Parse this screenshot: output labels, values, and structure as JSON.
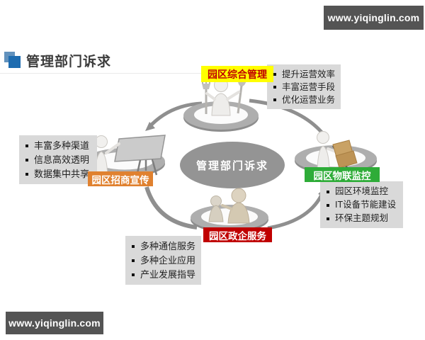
{
  "watermark": {
    "top": "www.yiqinglin.com",
    "bottom": "www.yiqinglin.com"
  },
  "header": {
    "title": "管理部门诉求",
    "accent_front": "#1e6cb0",
    "accent_back": "#6292bd"
  },
  "center": {
    "label": "管理部门诉求",
    "color": "#949494"
  },
  "nodes": {
    "top": {
      "label": "园区综合管理",
      "bg": "#ffff00",
      "fg": "#c00000",
      "items": [
        "提升运营效率",
        "丰富运营手段",
        "优化运营业务"
      ]
    },
    "left": {
      "label": "园区招商宣传",
      "bg": "#e0812f",
      "fg": "#ffffff",
      "items": [
        "丰富多种渠道",
        "信息高效透明",
        "数据集中共享"
      ]
    },
    "right": {
      "label": "园区物联监控",
      "bg": "#2eac38",
      "fg": "#ffffff",
      "items": [
        "园区环境监控",
        "IT设备节能建设",
        "环保主题规划"
      ]
    },
    "bottom": {
      "label": "园区政企服务",
      "bg": "#c00000",
      "fg": "#ffffff",
      "items": [
        "多种通信服务",
        "多种企业应用",
        "产业发展指导"
      ]
    }
  }
}
